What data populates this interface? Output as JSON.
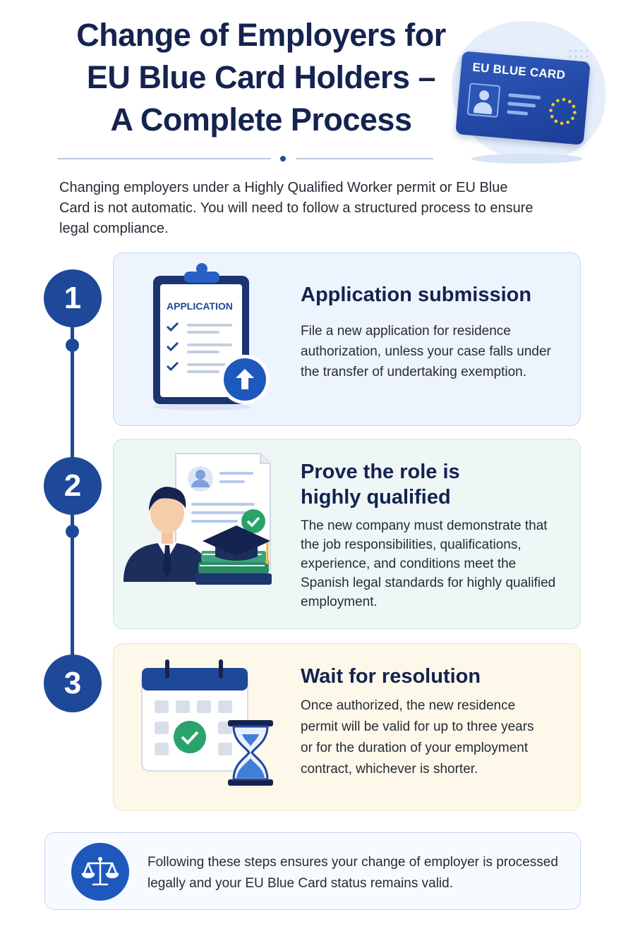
{
  "title": {
    "line1": "Change of Employers for",
    "line2": "EU Blue Card Holders –",
    "line3": "A Complete Process"
  },
  "card_graphic": {
    "label": "EU BLUE CARD"
  },
  "intro": "Changing employers under a Highly Qualified Worker permit or EU Blue Card is not automatic. You will need to follow a structured process to ensure legal compliance.",
  "steps": [
    {
      "number": "1",
      "title": "Application submission",
      "text": "File a new application for residence authorization, unless your case falls under the transfer of undertaking exemption.",
      "illustration_label": "APPLICATION",
      "icon": "clipboard-upload-icon"
    },
    {
      "number": "2",
      "title": "Prove the role is highly qualified",
      "text": "The new company must demonstrate that the job responsibilities, qualifications, experience, and conditions meet the Spanish legal standards for highly qualified employment.",
      "icon": "professional-credentials-icon"
    },
    {
      "number": "3",
      "title": "Wait for resolution",
      "text": "Once authorized, the new residence permit will be valid for up to three years or for the duration of your employment contract, whichever is shorter.",
      "icon": "calendar-hourglass-icon"
    }
  ],
  "footer": {
    "text": "Following these steps ensures your change of employer is processed legally and your EU Blue Card status remains valid.",
    "icon": "scales-of-justice-icon"
  },
  "colors": {
    "navy": "#14234f",
    "primary_blue": "#1e4898",
    "card1_bg": "#eef4fd",
    "card2_bg": "#eef7f6",
    "card3_bg": "#fdf8e9",
    "check_green": "#2aa36b"
  }
}
